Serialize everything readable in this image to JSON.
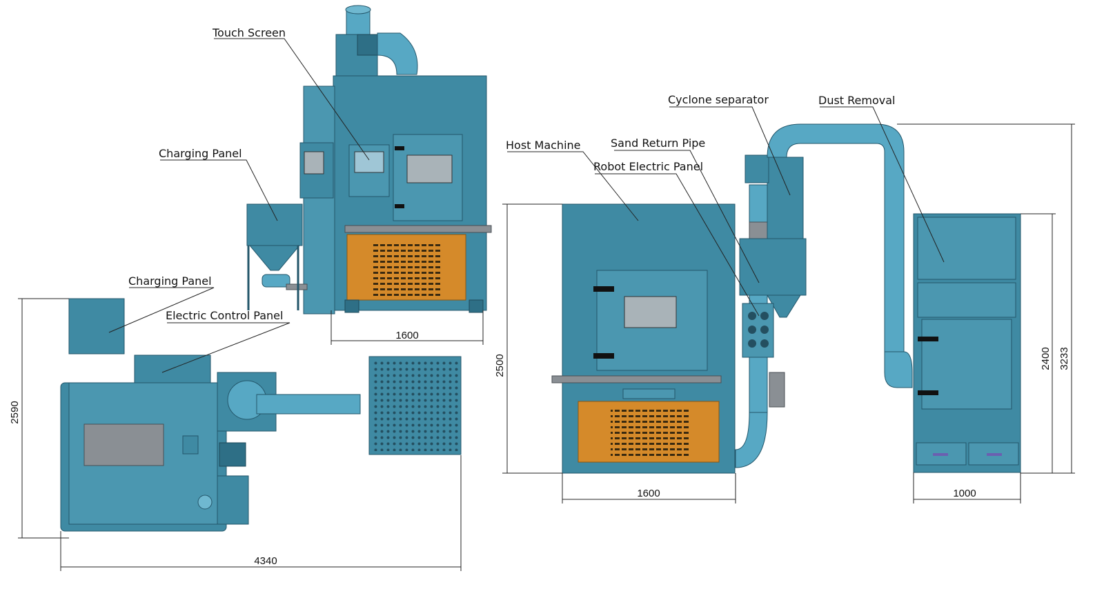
{
  "labels": {
    "touch_screen": "Touch Screen",
    "charging_panel_front": "Charging Panel",
    "charging_panel_top": "Charging Panel",
    "electric_control_panel": "Electric Control Panel",
    "host_machine": "Host Machine",
    "sand_return_pipe": "Sand Return Pipe",
    "robot_electric_panel": "Robot Electric Panel",
    "cyclone_separator": "Cyclone separator",
    "dust_removal": "Dust Removal"
  },
  "dimensions": {
    "front_width": "1600",
    "top_height": "2590",
    "top_width": "4340",
    "side_height": "2500",
    "side_width": "1600",
    "dust_width": "1000",
    "dust_height": "2400",
    "total_height": "3233"
  },
  "colors": {
    "machine_body": "#3f8aa3",
    "machine_outline": "#23566a",
    "panel_orange": "#d58a2a",
    "window_grey": "#a9b3b8"
  }
}
